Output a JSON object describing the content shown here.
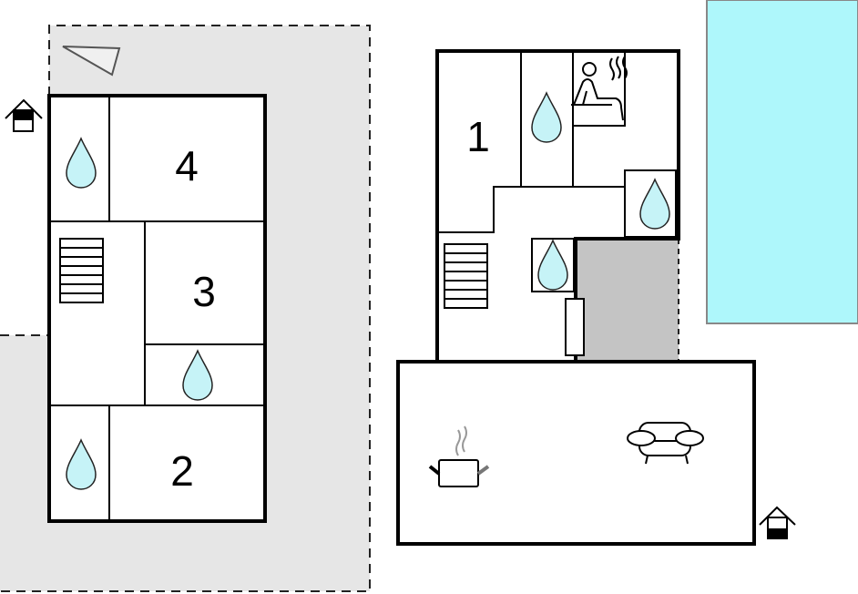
{
  "rooms": {
    "bedroom_1": "1",
    "bedroom_2": "2",
    "bedroom_3": "3",
    "bedroom_4": "4"
  },
  "colors": {
    "wall": "#000000",
    "outdoor_area": "#e6e6e6",
    "pool": "#aef7fb",
    "water_drop": "#c6f3f7",
    "utility_room": "#c4c4c4"
  },
  "icons": [
    "compass-north-icon",
    "entrance-house-icon",
    "water-drop-icon",
    "stairs-icon",
    "sauna-icon",
    "kitchen-pot-icon",
    "sofa-icon",
    "radiator-icon"
  ]
}
